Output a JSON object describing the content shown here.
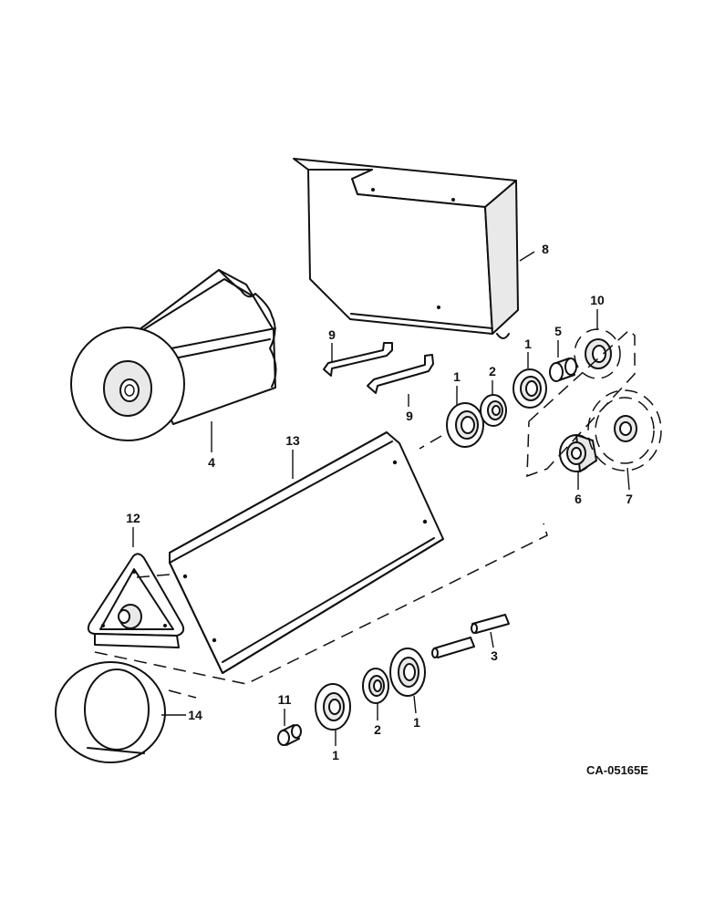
{
  "labels": {
    "p1a": "1",
    "p1b": "1",
    "p1c": "1",
    "p1d": "1",
    "p2a": "2",
    "p2b": "2",
    "p3": "3",
    "p4": "4",
    "p5": "5",
    "p6": "6",
    "p7": "7",
    "p8": "8",
    "p9a": "9",
    "p9b": "9",
    "p10": "10",
    "p11": "11",
    "p12": "12",
    "p13": "13",
    "p14": "14"
  },
  "drawing_code": "CA-05165E"
}
